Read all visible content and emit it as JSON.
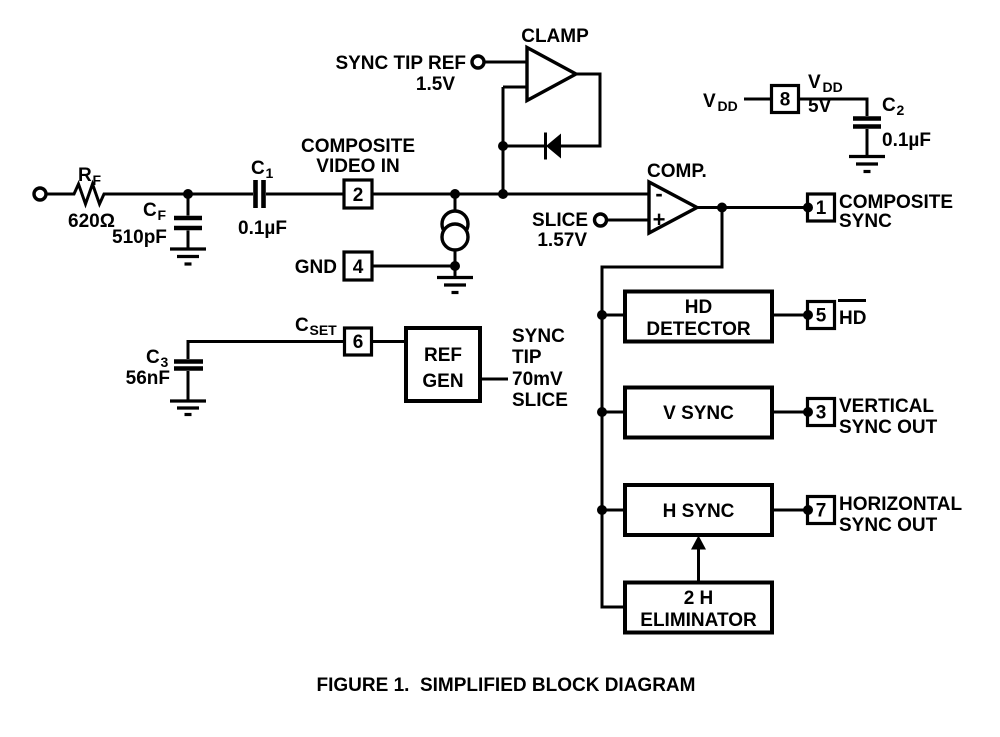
{
  "figure_caption": "FIGURE 1.  SIMPLIFIED BLOCK DIAGRAM",
  "colors": {
    "ink": "#000000",
    "background": "#ffffff"
  },
  "front_end": {
    "rf": {
      "ref": "R",
      "sub": "F",
      "value": "620Ω"
    },
    "cf": {
      "ref": "C",
      "sub": "F",
      "value": "510pF"
    },
    "c1": {
      "ref": "C",
      "sub": "1",
      "value": "0.1µF"
    }
  },
  "clamp": {
    "title": "CLAMP",
    "terminal_label": "SYNC TIP REF",
    "terminal_value": "1.5V"
  },
  "comparator": {
    "title": "COMP.",
    "minus": "-",
    "plus": "+",
    "terminal_label": "SLICE",
    "terminal_value": "1.57V"
  },
  "supply": {
    "pin_label": {
      "ref": "V",
      "sub": "DD"
    },
    "rail": {
      "ref": "V",
      "sub": "DD",
      "value": "5V"
    },
    "c2": {
      "ref": "C",
      "sub": "2",
      "value": "0.1µF"
    }
  },
  "ref_gen": {
    "c3": {
      "ref": "C",
      "sub": "3",
      "value": "56nF"
    },
    "cset": {
      "ref": "C",
      "sub": "SET"
    },
    "block_line1": "REF",
    "block_line2": "GEN",
    "output_line1": "SYNC",
    "output_line2": "TIP",
    "output_line3": "70mV",
    "output_line4": "SLICE"
  },
  "pins": {
    "p1": {
      "num": "1",
      "label_line1": "COMPOSITE",
      "label_line2": "SYNC"
    },
    "p2": {
      "num": "2",
      "label_line1": "COMPOSITE",
      "label_line2": "VIDEO IN"
    },
    "p3": {
      "num": "3",
      "label_line1": "VERTICAL",
      "label_line2": "SYNC OUT"
    },
    "p4": {
      "num": "4",
      "label": "GND"
    },
    "p5": {
      "num": "5",
      "label": "HD"
    },
    "p6": {
      "num": "6"
    },
    "p7": {
      "num": "7",
      "label_line1": "HORIZONTAL",
      "label_line2": "SYNC OUT"
    },
    "p8": {
      "num": "8"
    }
  },
  "blocks": {
    "hd_detector": {
      "line1": "HD",
      "line2": "DETECTOR"
    },
    "v_sync": {
      "label": "V SYNC"
    },
    "h_sync": {
      "label": "H SYNC"
    },
    "eliminator": {
      "line1": "2 H",
      "line2": "ELIMINATOR"
    }
  }
}
